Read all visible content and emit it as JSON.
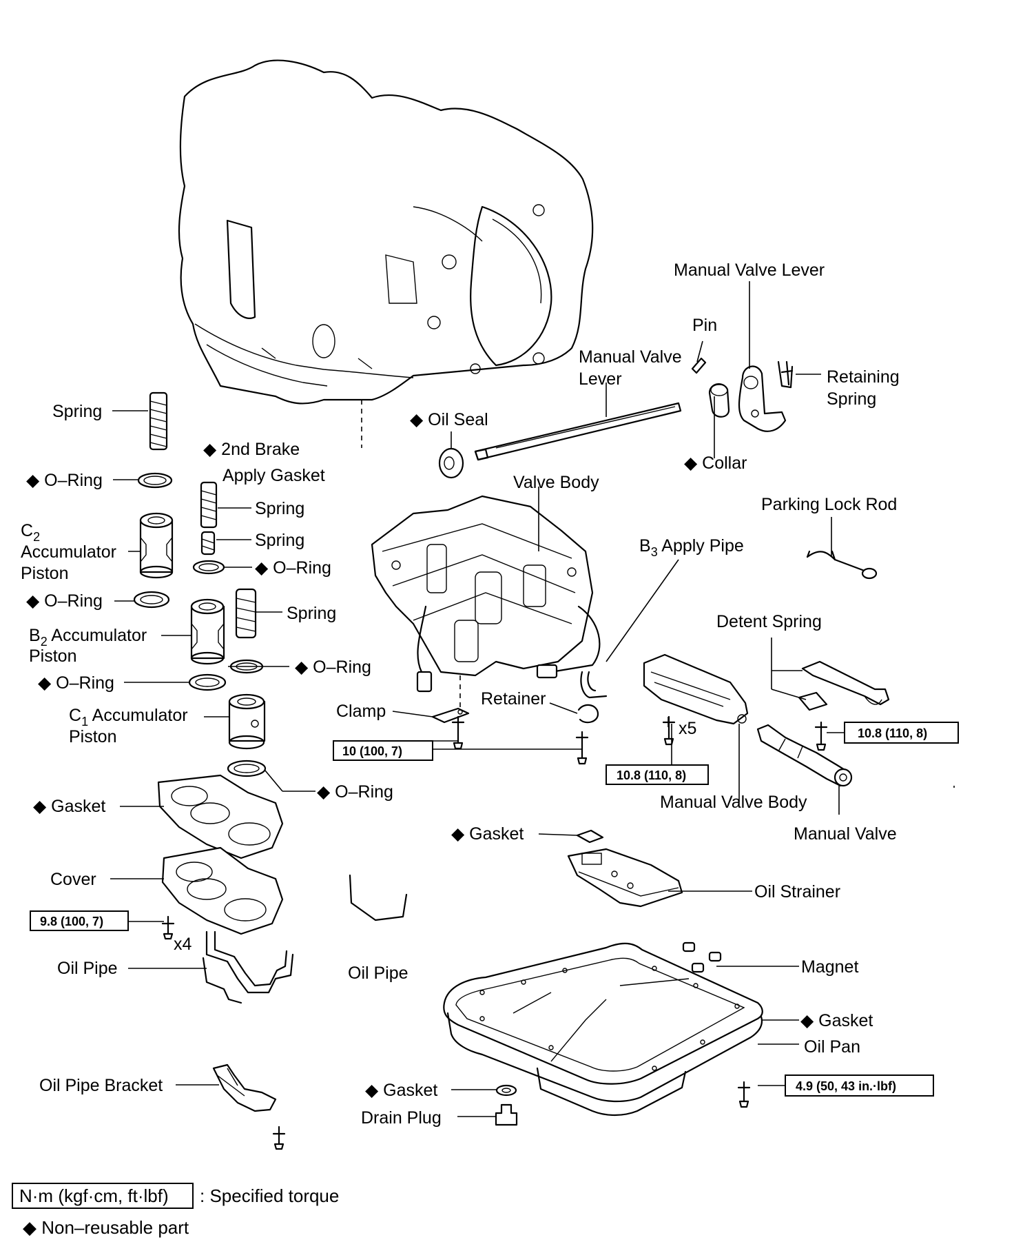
{
  "labels": {
    "manual_valve_lever_top": "Manual Valve Lever",
    "pin": "Pin",
    "manual_valve_lever_shaft_1": "Manual Valve",
    "manual_valve_lever_shaft_2": "Lever",
    "retaining_spring_1": "Retaining",
    "retaining_spring_2": "Spring",
    "spring_top": "Spring",
    "oil_seal": "◆ Oil Seal",
    "collar": "◆ Collar",
    "second_brake_1": "◆ 2nd Brake",
    "second_brake_2": "Apply Gasket",
    "o_ring_1": "◆ O–Ring",
    "valve_body": "Valve Body",
    "parking_lock_rod": "Parking Lock Rod",
    "spring_2": "Spring",
    "c2_main": "C",
    "c2_sub": "2",
    "c2_line2": "Accumulator",
    "c2_line3": "Piston",
    "spring_3": "Spring",
    "b3_main": "B",
    "b3_sub": "3",
    "b3_rest": " Apply Pipe",
    "o_ring_2": "◆ O–Ring",
    "o_ring_3": "◆ O–Ring",
    "spring_4": "Spring",
    "detent_spring": "Detent Spring",
    "b2_main": "B",
    "b2_sub": "2",
    "b2_rest": " Accumulator",
    "b2_line2": "Piston",
    "o_ring_4": "◆ O–Ring",
    "o_ring_5": "◆ O–Ring",
    "clamp": "Clamp",
    "retainer": "Retainer",
    "c1_main": "C",
    "c1_sub": "1",
    "c1_rest": " Accumulator",
    "c1_line2": "Piston",
    "x5": "x5",
    "o_ring_6": "◆ O–Ring",
    "gasket_1": "◆ Gasket",
    "manual_valve_body": "Manual Valve Body",
    "manual_valve": "Manual Valve",
    "gasket_2": "◆ Gasket",
    "cover": "Cover",
    "oil_strainer": "Oil Strainer",
    "x4": "x4",
    "oil_pipe_1": "Oil Pipe",
    "oil_pipe_2": "Oil Pipe",
    "magnet": "Magnet",
    "gasket_3": "◆ Gasket",
    "oil_pan": "Oil Pan",
    "oil_pipe_bracket": "Oil Pipe Bracket",
    "gasket_4": "◆ Gasket",
    "drain_plug": "Drain Plug"
  },
  "torques": {
    "t1": "10 (100, 7)",
    "t2": "10.8 (110, 8)",
    "t3": "10.8 (110, 8)",
    "t4": "9.8 (100, 7)",
    "t5": "4.9 (50, 43 in.·lbf)"
  },
  "legend": {
    "box_label": "N·m (kgf·cm, ft·lbf)",
    "box_desc": ": Specified torque",
    "nonreusable": "◆ Non–reusable part"
  }
}
